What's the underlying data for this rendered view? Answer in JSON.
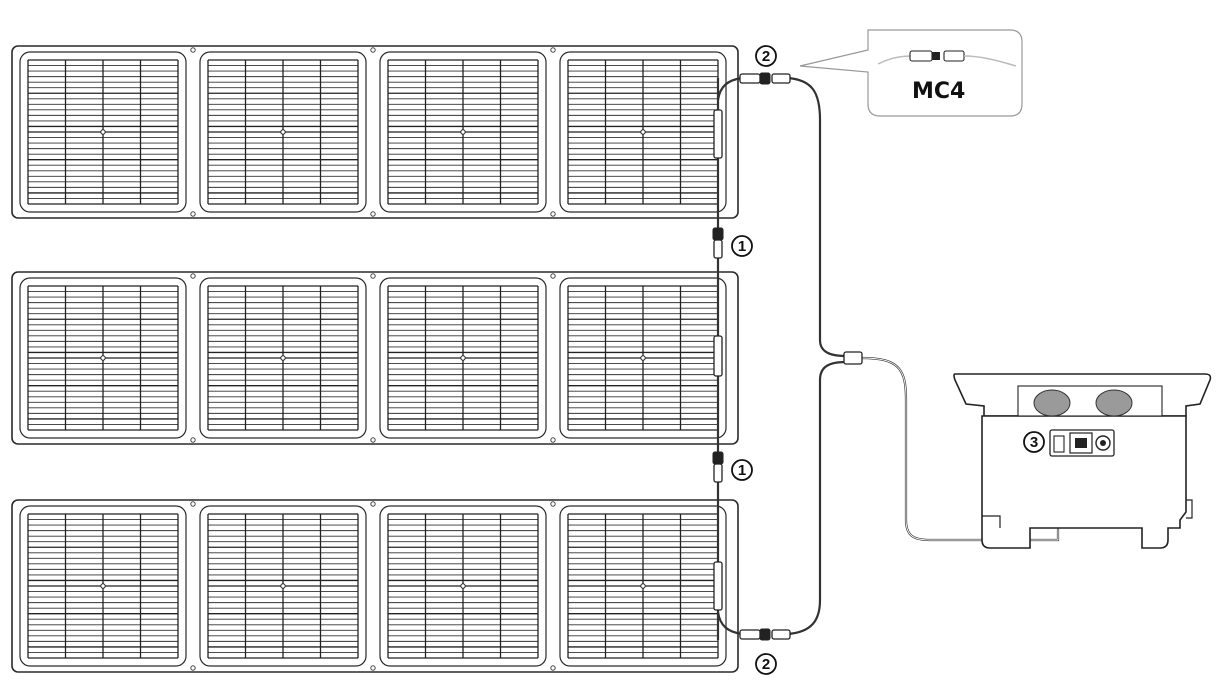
{
  "markers": {
    "connect_panels": "1",
    "mc4_connectors": "2",
    "station_input": "3"
  },
  "callout": {
    "label": "MC4"
  },
  "colors": {
    "line": "#222222",
    "background": "#ffffff",
    "fan": "#9a9a9a"
  },
  "icons": {
    "panel": "solar-panel-icon",
    "station": "power-station-icon",
    "connector": "mc4-connector-icon"
  }
}
